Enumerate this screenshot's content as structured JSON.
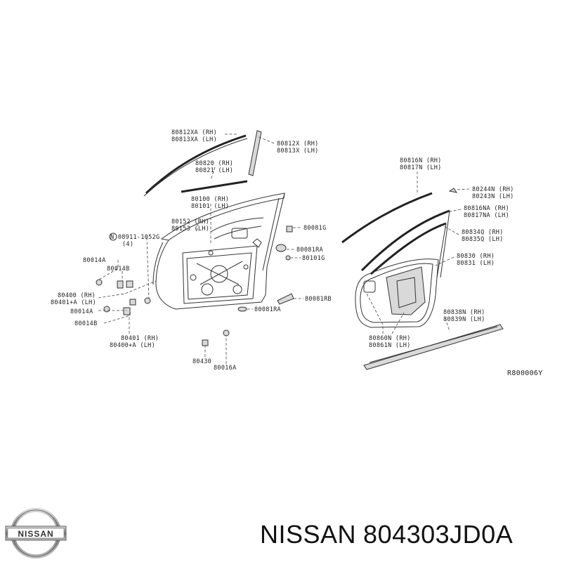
{
  "labels": {
    "p80812xa": "80812XA (RH)",
    "p80813xa": "80813XA (LH)",
    "p80812x": "80812X (RH)",
    "p80813x": "80813X (LH)",
    "p80820": "80820 (RH)",
    "p80821": "80821 (LH)",
    "p80100": "80100 (RH)",
    "p80101": "80101 (LH)",
    "p80152": "80152 (RH)",
    "p80153": "80153 (LH)",
    "p08911": "N 08911-1052G",
    "p08911q": "(4)",
    "p80014a": "80014A",
    "p80014b_top": "80014B",
    "p80400": "80400 (RH)",
    "p80401a": "80401+A (LH)",
    "p80014a_low": "80014A",
    "p80014b_low": "80014B",
    "p80401": "80401 (RH)",
    "p80400a": "80400+A (LH)",
    "p80430": "80430",
    "p80016a": "80016A",
    "p80081g": "80081G",
    "p80081ra": "80081RA",
    "p80101g": "80101G",
    "p80081rb": "80081RB",
    "p80081ra_low": "80081RA",
    "p80816n": "80816N (RH)",
    "p80817n": "80817N (LH)",
    "p80244n": "80244N (RH)",
    "p80243n": "80243N (LH)",
    "p80816na": "80816NA (RH)",
    "p80817na": "80817NA (LH)",
    "p80834q": "80834Q (RH)",
    "p80835q": "80835Q (LH)",
    "p80830": "80830 (RH)",
    "p80831": "80831 (LH)",
    "p80838n": "80838N (RH)",
    "p80839n": "80839N (LH)",
    "p80860n": "80860N (RH)",
    "p80861n": "80861N (LH)",
    "code": "R800006Y"
  },
  "footer": {
    "brand": "NISSAN",
    "part_number": "804303JD0A",
    "logo_text": "NISSAN"
  }
}
